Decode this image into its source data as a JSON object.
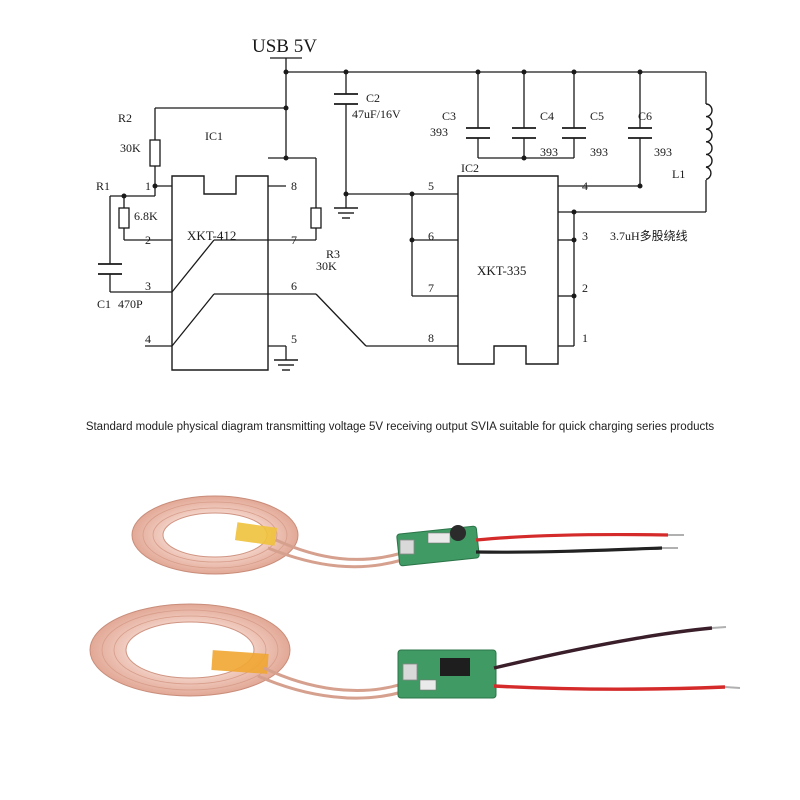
{
  "schematic": {
    "supply": "USB 5V",
    "ic1": {
      "ref": "IC1",
      "part": "XKT-412",
      "pins_left": [
        "1",
        "2",
        "3",
        "4"
      ],
      "pins_right": [
        "8",
        "7",
        "6",
        "5"
      ]
    },
    "ic2": {
      "ref": "IC2",
      "part": "XKT-335",
      "pins_left": [
        "5",
        "6",
        "7",
        "8"
      ],
      "pins_right": [
        "4",
        "3",
        "2",
        "1"
      ]
    },
    "r1": {
      "ref": "R1",
      "value": "6.8K"
    },
    "r2": {
      "ref": "R2",
      "value": "30K"
    },
    "r3": {
      "ref": "R3",
      "value": "30K"
    },
    "c1": {
      "ref": "C1",
      "value": "470P"
    },
    "c2": {
      "ref": "C2",
      "value": "47uF/16V"
    },
    "c3": {
      "ref": "C3",
      "value": "393"
    },
    "c4": {
      "ref": "C4",
      "value": "393"
    },
    "c5": {
      "ref": "C5",
      "value": "393"
    },
    "c6": {
      "ref": "C6",
      "value": "393"
    },
    "l1": {
      "ref": "L1",
      "value": "3.7uH多股绕线"
    }
  },
  "caption": "Standard module physical diagram transmitting voltage 5V receiving output SVIA suitable for quick charging series products",
  "colors": {
    "ink": "#1a1a1a",
    "coil_copper": "#e8b4a4",
    "pcb_green": "#3f9a63",
    "wire_red": "#d42a2a",
    "wire_black": "#222222",
    "kapton_tape": "#f0c23c"
  }
}
